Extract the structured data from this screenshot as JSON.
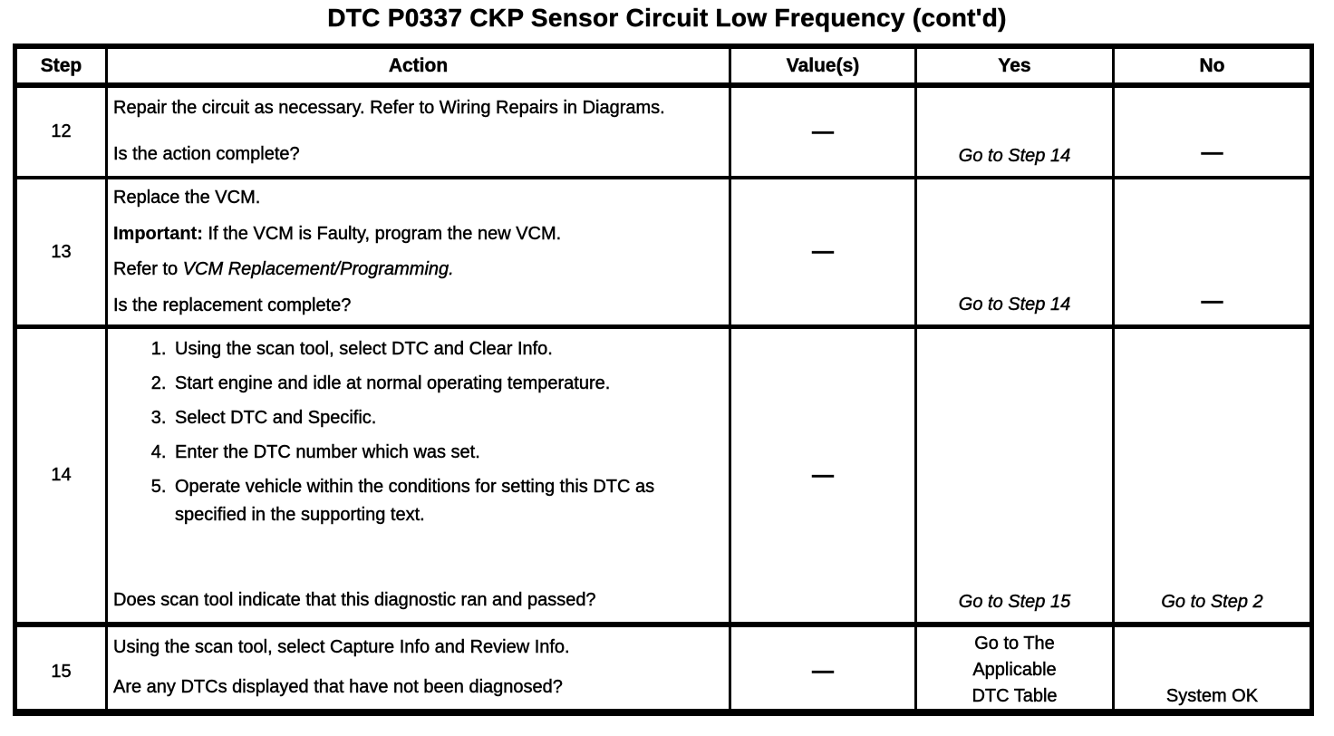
{
  "page_title": "DTC P0337 CKP Sensor Circuit Low Frequency (cont'd)",
  "table": {
    "headers": {
      "step": "Step",
      "action": "Action",
      "values": "Value(s)",
      "yes": "Yes",
      "no": "No"
    },
    "rows": [
      {
        "step": "12",
        "action": "Repair the circuit as necessary. Refer to Wiring Repairs in Diagrams.",
        "question": "Is the action complete?",
        "value": "—",
        "yes": "Go to Step 14",
        "no": "—"
      },
      {
        "step": "13",
        "action_line1": "Replace the VCM.",
        "important_label": "Important:",
        "important_text": "If the VCM is Faulty, program the new VCM.",
        "refer_prefix": "Refer to",
        "refer_reference": "VCM Replacement/Programming.",
        "question": "Is the replacement complete?",
        "value": "—",
        "yes": "Go to Step 14",
        "no": "—"
      },
      {
        "step": "14",
        "steps_list": [
          "Using the scan tool, select DTC and Clear Info.",
          "Start engine and idle at normal operating temperature.",
          "Select DTC and Specific.",
          "Enter the DTC number which was set.",
          "Operate vehicle within the conditions for setting this DTC as specified in the supporting text."
        ],
        "question": "Does scan tool indicate that this diagnostic ran and passed?",
        "value": "—",
        "yes": "Go to Step 15",
        "no": "Go to Step 2"
      },
      {
        "step": "15",
        "action": "Using the scan tool, select Capture Info and Review Info.",
        "question": "Are any DTCs displayed that have not been diagnosed?",
        "value": "—",
        "yes": "Go to The Applicable DTC Table",
        "no": "System OK"
      }
    ]
  },
  "colors": {
    "ink": "#000000",
    "paper": "#ffffff"
  }
}
